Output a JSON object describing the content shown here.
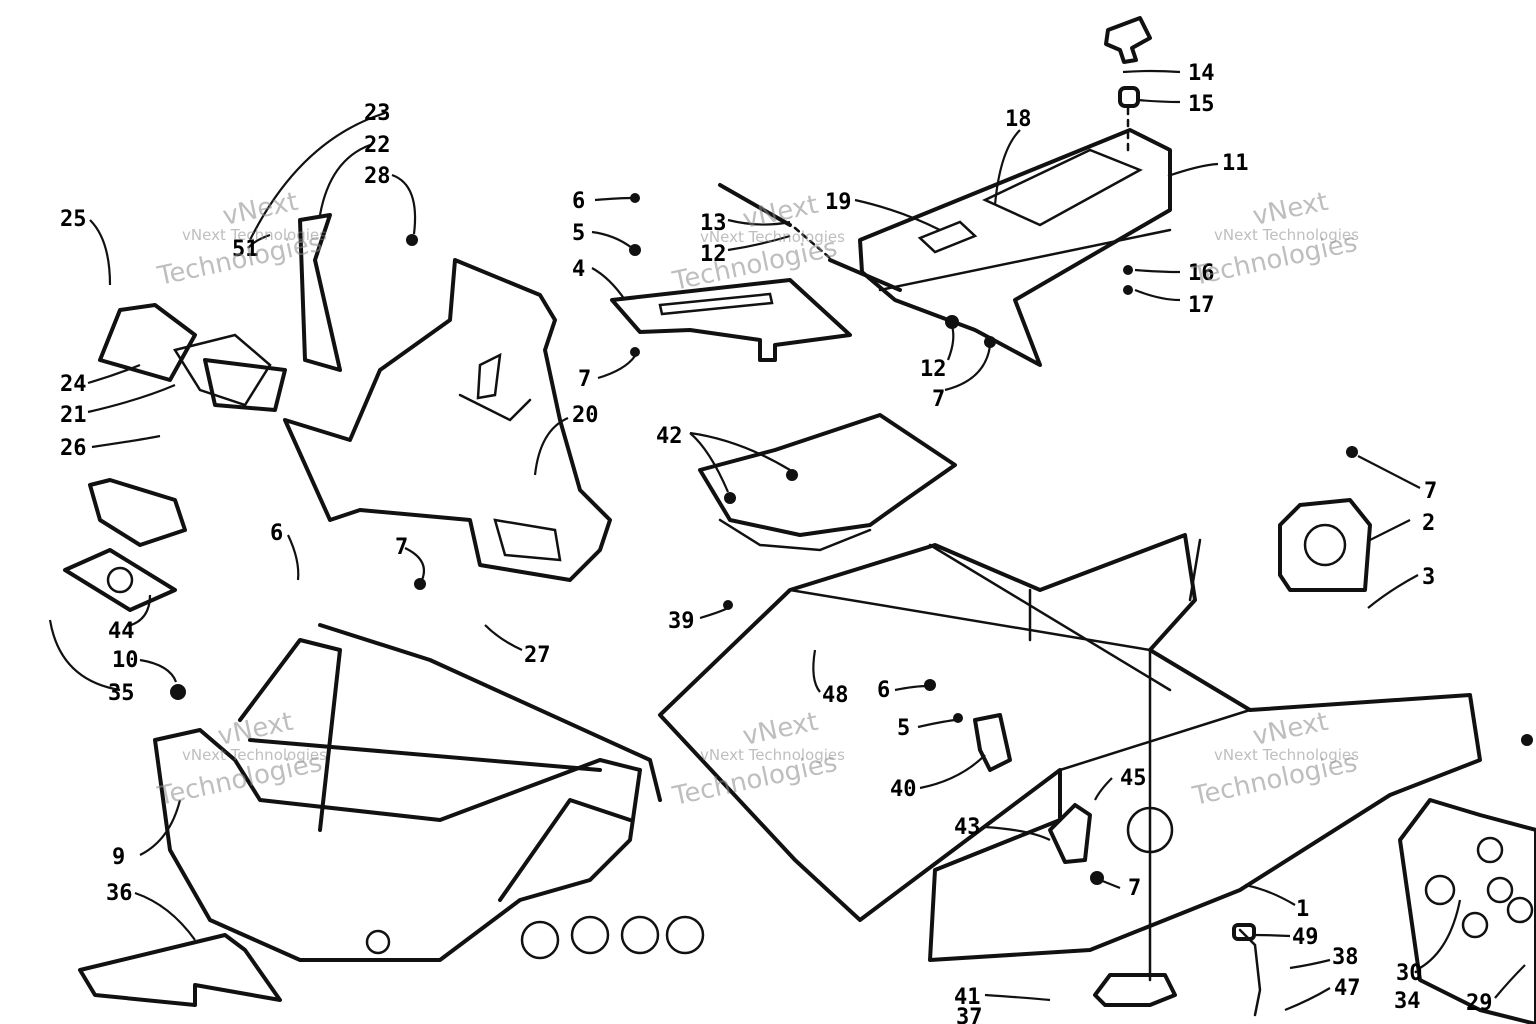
{
  "watermark": {
    "line1": "vNext",
    "line2": "Technologies",
    "small": "vNext Technologies"
  },
  "callouts": {
    "c1": "1",
    "c2": "2",
    "c3": "3",
    "c4": "4",
    "c5a": "5",
    "c5b": "5",
    "c6a": "6",
    "c6b": "6",
    "c6c": "6",
    "c7a": "7",
    "c7b": "7",
    "c7c": "7",
    "c7d": "7",
    "c7e": "7",
    "c9": "9",
    "c10": "10",
    "c11": "11",
    "c12a": "12",
    "c12b": "12",
    "c13": "13",
    "c14": "14",
    "c15": "15",
    "c16": "16",
    "c17": "17",
    "c18": "18",
    "c19": "19",
    "c20": "20",
    "c21": "21",
    "c22": "22",
    "c23": "23",
    "c24": "24",
    "c25": "25",
    "c26": "26",
    "c27": "27",
    "c28": "28",
    "c29": "29",
    "c30": "30",
    "c34": "34",
    "c35": "35",
    "c36": "36",
    "c37": "37",
    "c38": "38",
    "c39": "39",
    "c40": "40",
    "c41": "41",
    "c42": "42",
    "c43": "43",
    "c44": "44",
    "c45": "45",
    "c47": "47",
    "c48": "48",
    "c49": "49",
    "c51": "51"
  }
}
